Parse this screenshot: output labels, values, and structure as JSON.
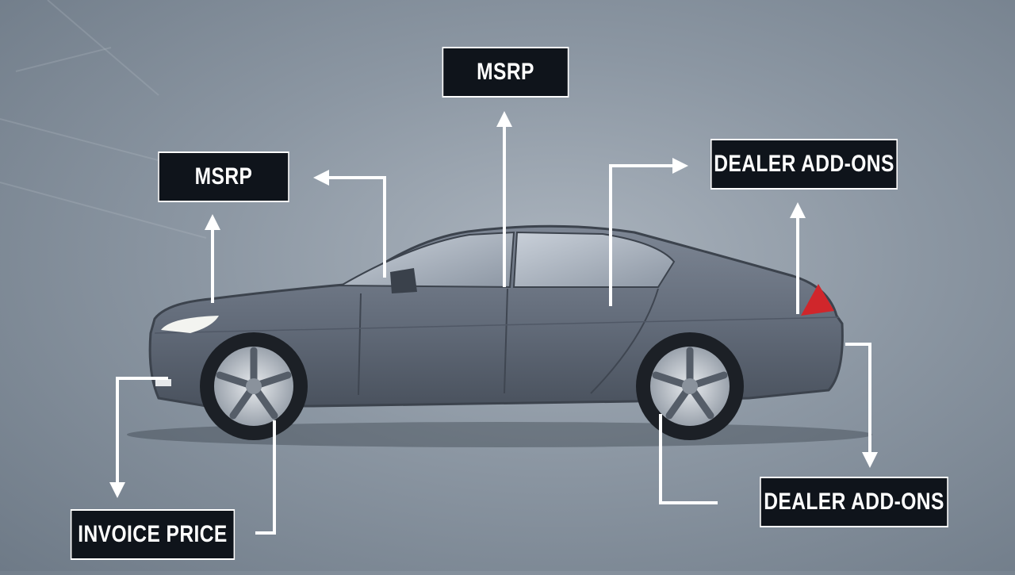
{
  "labels": {
    "msrp_top": "MSRP",
    "msrp_left": "MSRP",
    "dealer_addons_top": "DEALER ADD-ONS",
    "dealer_addons_bottom": "DEALER ADD-ONS",
    "invoice_price": "INVOICE PRICE"
  },
  "colors": {
    "car_body": "#6b7482",
    "label_bg": "#0f141b",
    "arrow": "#ffffff",
    "tail_light": "#d0262b",
    "headlight": "#f3f4f0"
  }
}
